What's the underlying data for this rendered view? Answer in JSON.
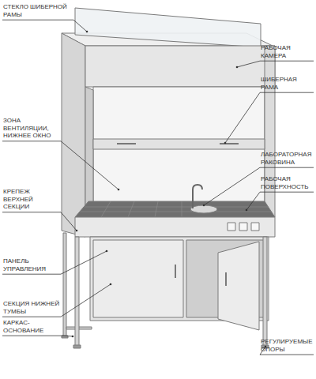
{
  "diagram": {
    "labels": [
      "СТЕКЛО ШИБЕРНОЙ РАМЫ",
      "РАБОЧАЯ КАМЕРА",
      "ШИБЕРНАЯ РАМА",
      "ЗОНА ВЕНТИЛЯЦИИ, НИЖНЕЕ ОКНО",
      "ЛАБОРАТОРНАЯ РАКОВИНА",
      "РАБОЧАЯ ПОВЕРХНОСТЬ",
      "КРЕПЕЖ ВЕРХНЕЙ СЕКЦИИ",
      "ПАНЕЛЬ УПРАВЛЕНИЯ",
      "СЕКЦИЯ НИЖНЕЙ ТУМБЫ",
      "КАРКАС-ОСНОВАНИЕ",
      "РЕГУЛИРУЕМЫЕ ОПОРЫ"
    ]
  }
}
